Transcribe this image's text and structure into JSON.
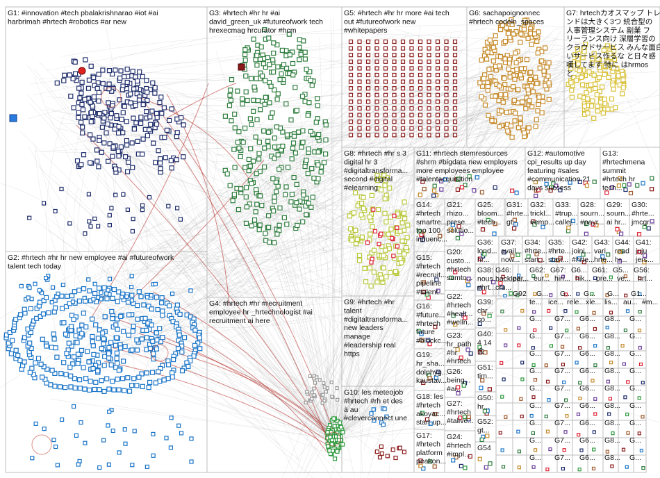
{
  "groups": [
    {
      "id": "G1",
      "lines": [
        "G1: #innovation #tech pbalakrishnarao #iot #ai",
        "harbrimah #hrtech #robotics #ar new"
      ],
      "color": "#1f2d6b",
      "style": "circle"
    },
    {
      "id": "G2",
      "lines": [
        "G2: #hrtech #hr hr new employee #ai #futureofwork",
        "talent tech today"
      ],
      "color": "#1a74c7",
      "style": "ring"
    },
    {
      "id": "G3",
      "lines": [
        "G3: #hrtech #hr hr #ai",
        "david_green_uk #futureofwork tech",
        "hrexecmag hrcurator #hcm"
      ],
      "color": "#2e7d3e",
      "style": "cloud"
    },
    {
      "id": "G4",
      "lines": [
        "G4: #hrtech #hr #recruitment",
        "employee hr _hrtechnologist #ai",
        "recruitment ai here"
      ],
      "color": "#2e9a3e",
      "style": "cluster"
    },
    {
      "id": "G5",
      "lines": [
        "G5: #hrtech #hr hr more #ai tech",
        "out #futureofwork new",
        "#whitepapers"
      ],
      "color": "#8b1a1a",
      "style": "grid"
    },
    {
      "id": "G6",
      "lines": [
        "G6: sachapoignonnec",
        "#hrtech codeln_spaces"
      ],
      "color": "#c58a2a",
      "style": "oval"
    },
    {
      "id": "G7",
      "lines": [
        "G7: hrtechカオスマップ トレ",
        "ンドは大きく3つ 統合型の",
        "人事管理システム 副業 フ",
        "リーランス向け 深層学習の",
        "クラウドサービス みんな面白",
        "いサービス作るな と日々感",
        "嘆してます 特に はhrmos",
        "と"
      ],
      "color": "#d9c23a",
      "style": "oval"
    },
    {
      "id": "G8",
      "lines": [
        "G8: #hrtech #hr s 3",
        "digital hr 3",
        "#digitaltransforma...",
        "second #digital",
        "#elearning"
      ],
      "color": "#b9c83a",
      "style": "cluster"
    },
    {
      "id": "G9",
      "lines": [
        "G9: #hrtech #hr",
        "talent",
        "#digitaltransforma...",
        "new leaders",
        "manage",
        "#leadership real",
        "https"
      ],
      "color": "#7a7a7a",
      "style": "none"
    },
    {
      "id": "G10",
      "lines": [
        "G10: les meteojob",
        "#hrtech #rh et des",
        "à au",
        "#cleverconnect une"
      ],
      "color": "#555",
      "style": "none"
    },
    {
      "id": "G11",
      "lines": [
        "G11: #hrtech stemresources",
        "#shrm #bigdata new employers",
        "more employees employee",
        "#talentacquisition"
      ],
      "color": "#4a90c0",
      "style": "none"
    },
    {
      "id": "G12",
      "lines": [
        "G12: #automotive",
        "cpi_results up day",
        "featuring #sales",
        "#communication 21",
        "days success"
      ],
      "color": "#999",
      "style": "none"
    },
    {
      "id": "G13",
      "lines": [
        "G13:",
        "#hrtechmena",
        "summit",
        "#hrtech hr",
        "tech..."
      ],
      "color": "#999",
      "style": "none"
    },
    {
      "id": "G14",
      "lines": [
        "G14:",
        "#hrtech",
        "smartre...",
        "top 100",
        "influenc..."
      ],
      "color": "#888",
      "style": "none"
    },
    {
      "id": "G15",
      "lines": [
        "G15:",
        "#hrtech",
        "#recruit...",
        "pipeline",
        "#talent..."
      ],
      "color": "#888",
      "style": "none"
    },
    {
      "id": "G16",
      "lines": [
        "G16:",
        "#future...",
        "#hrtech",
        "future",
        "#blockc..."
      ],
      "color": "#888",
      "style": "none"
    },
    {
      "id": "G19",
      "lines": [
        "G19:",
        "hr_sha...",
        "dolphyg...",
        "kaustav..."
      ],
      "color": "#888",
      "style": "none"
    },
    {
      "id": "G18",
      "lines": [
        "G18: les",
        "#hrtech",
        "akoyac...",
        "start up..."
      ],
      "color": "#888",
      "style": "none"
    },
    {
      "id": "G17",
      "lines": [
        "G17:",
        "#hrtech",
        "platform",
        "peakon..."
      ],
      "color": "#888",
      "style": "none"
    },
    {
      "id": "G21",
      "lines": [
        "G21:",
        "rhizo...",
        "prese...",
        "solutio..."
      ],
      "color": "#888",
      "style": "none"
    },
    {
      "id": "G20",
      "lines": [
        "G20:",
        "custo...",
        "#hrtech",
        "sumto..."
      ],
      "color": "#888",
      "style": "none"
    },
    {
      "id": "G22",
      "lines": [
        "G22:",
        "#hrtech",
        "#healt...",
        "#welln..."
      ],
      "color": "#888",
      "style": "none"
    },
    {
      "id": "G23",
      "lines": [
        "G23:",
        "hr_path",
        "#hr",
        "#hrtech"
      ],
      "color": "#888",
      "style": "none"
    },
    {
      "id": "G26",
      "lines": [
        "G26:",
        "being...",
        "#ai..."
      ],
      "color": "#888",
      "style": "none"
    },
    {
      "id": "G27",
      "lines": [
        "G27:",
        "#hrtech",
        "#talive..."
      ],
      "color": "#888",
      "style": "none"
    },
    {
      "id": "G24",
      "lines": [
        "G24:",
        "#hrtech",
        "#impl..."
      ],
      "color": "#888",
      "style": "none"
    },
    {
      "id": "G25",
      "lines": [
        "G25:",
        "bloom...",
        "#tech..."
      ],
      "color": "#888",
      "style": "none"
    },
    {
      "id": "G31",
      "lines": [
        "G31:",
        "#hrte...",
        "gt..."
      ],
      "color": "#888",
      "style": "none"
    },
    {
      "id": "G32",
      "lines": [
        "G32:",
        "trickl...",
        "#emp..."
      ],
      "color": "#888",
      "style": "none"
    },
    {
      "id": "G33",
      "lines": [
        "G33:",
        "#trup...",
        "callej..."
      ],
      "color": "#888",
      "style": "none"
    },
    {
      "id": "G28",
      "lines": [
        "G28:",
        "sourn...",
        "#payr..."
      ],
      "color": "#888",
      "style": "none"
    },
    {
      "id": "G29",
      "lines": [
        "G29:",
        "sourn...",
        "ai hr..."
      ],
      "color": "#888",
      "style": "none"
    },
    {
      "id": "G30",
      "lines": [
        "G30:",
        "#hrte...",
        "jmcgr..."
      ],
      "color": "#888",
      "style": "none"
    },
    {
      "id": "G36",
      "lines": [
        "G36:",
        "lond...",
        "hr..."
      ],
      "color": "#888",
      "style": "none"
    },
    {
      "id": "G37",
      "lines": [
        "G37:",
        "avail...",
        "now..."
      ],
      "color": "#888",
      "style": "none"
    },
    {
      "id": "G34",
      "lines": [
        "G34:",
        "#hrte...",
        "start..."
      ],
      "color": "#888",
      "style": "none"
    },
    {
      "id": "G35",
      "lines": [
        "G35:",
        "#hrte...",
        "start..."
      ],
      "color": "#888",
      "style": "none"
    },
    {
      "id": "G42",
      "lines": [
        "G42:",
        "joini...",
        "#hrte..."
      ],
      "color": "#888",
      "style": "none"
    },
    {
      "id": "G43",
      "lines": [
        "G43:",
        "vari",
        "hrte..."
      ],
      "color": "#888",
      "style": "none"
    },
    {
      "id": "G44",
      "lines": [
        "G44:",
        "read",
        "hr..."
      ],
      "color": "#888",
      "style": "none"
    },
    {
      "id": "G41",
      "lines": [
        "G41:",
        "juju",
        "jers..."
      ],
      "color": "#888",
      "style": "none"
    },
    {
      "id": "G38",
      "lines": [
        "G38:",
        "nous",
        "#hrt..."
      ],
      "color": "#888",
      "style": "none"
    },
    {
      "id": "G46",
      "lines": [
        "G46:",
        "backlea...",
        "cru..."
      ],
      "color": "#888",
      "style": "none"
    },
    {
      "id": "G39",
      "lines": [
        "G39:",
        "chr...",
        "co..."
      ],
      "color": "#888",
      "style": "none"
    },
    {
      "id": "G40",
      "lines": [
        "G40:",
        "4 14",
        "会"
      ],
      "color": "#888",
      "style": "none"
    },
    {
      "id": "G51",
      "lines": [
        "G51:",
        "tim..."
      ],
      "color": "#888",
      "style": "none"
    },
    {
      "id": "G50",
      "lines": [
        "G50:",
        "hr..."
      ],
      "color": "#888",
      "style": "none"
    },
    {
      "id": "G52",
      "lines": [
        "G52:",
        "gt..."
      ],
      "color": "#888",
      "style": "none"
    },
    {
      "id": "G54",
      "lines": [
        "G54"
      ],
      "color": "#888",
      "style": "none"
    }
  ],
  "mini_labels": {
    "row1": [
      "G62:",
      "G67:",
      "G6...",
      "G61:",
      "G5...",
      "G56:"
    ],
    "row1b": [
      "per...",
      "eur...",
      "hiri...",
      "hik...",
      "pre...",
      "ve...",
      "hrt..."
    ],
    "row2": [
      "G92",
      "G...",
      "G...",
      "G...",
      "G...",
      "G1..."
    ],
    "row2b": [
      "te...",
      "ice...",
      "rele...",
      "xle...",
      "lis...",
      "au...",
      "#m..."
    ],
    "grid": [
      "G...",
      "G7...",
      "G6...",
      "G8...",
      "G..."
    ]
  }
}
